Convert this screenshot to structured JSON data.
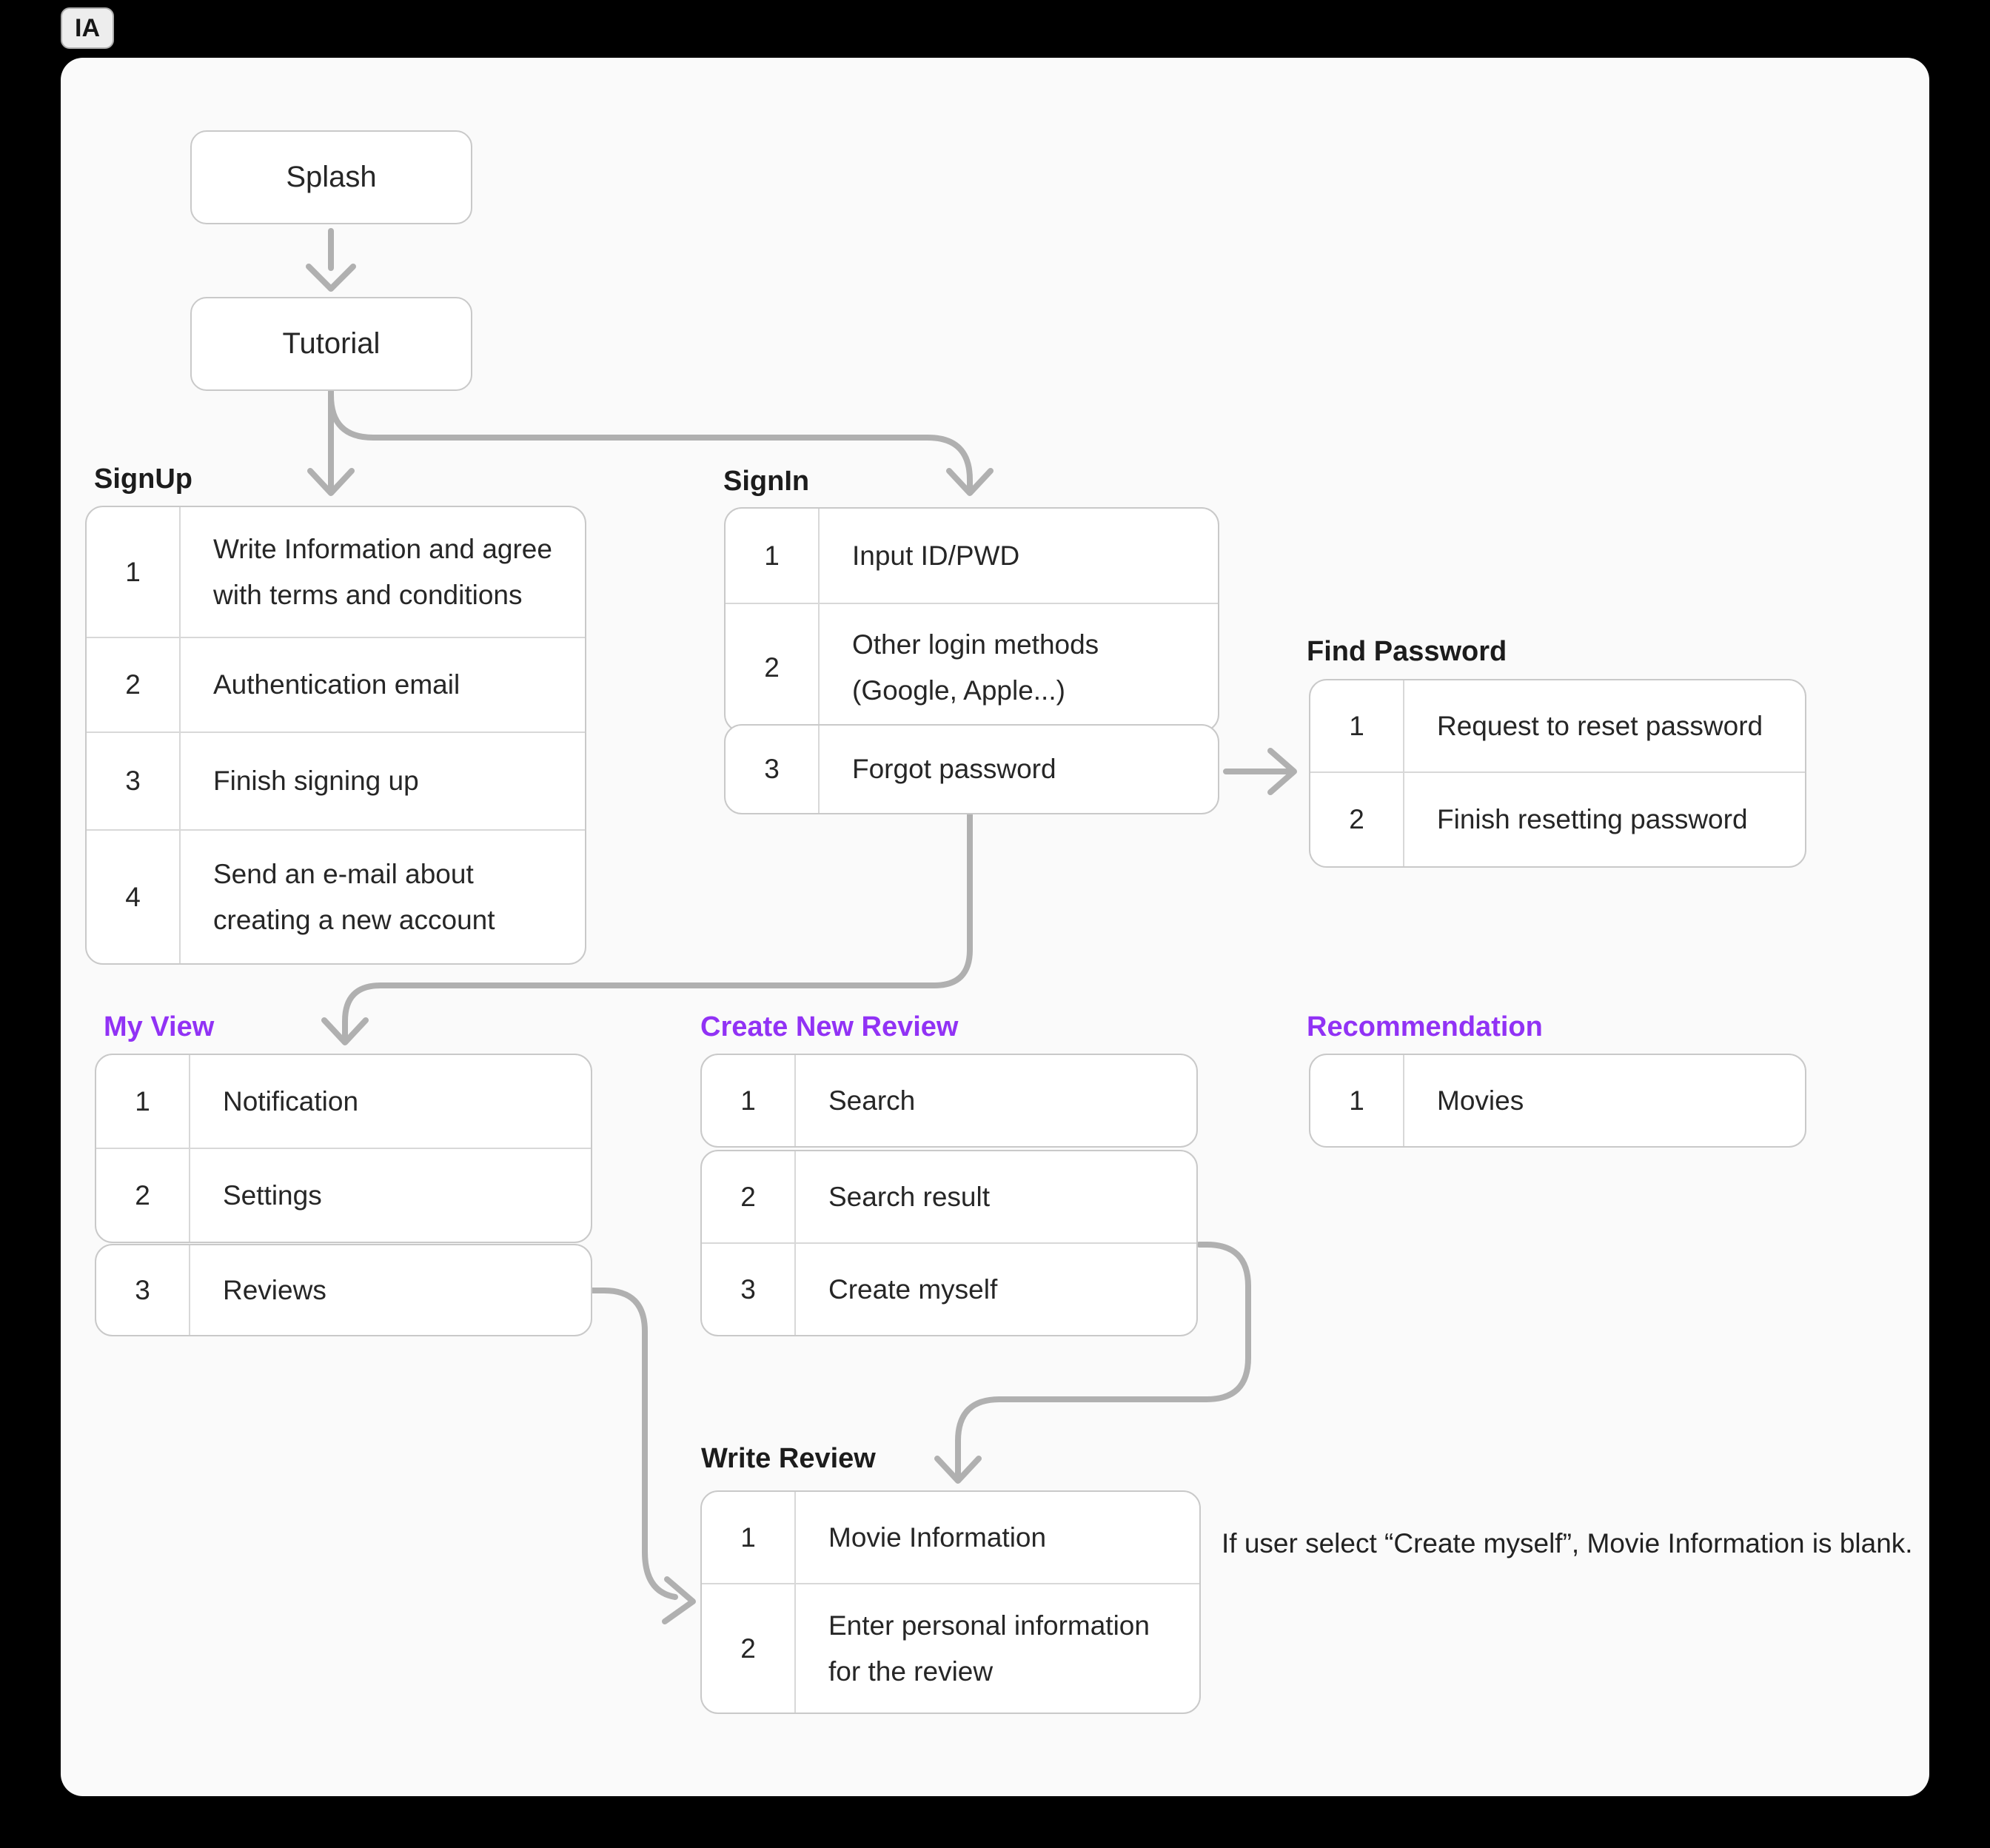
{
  "page": {
    "tab_label": "IA"
  },
  "colors": {
    "accent_purple": "#9132F5",
    "arrow_gray": "#B0B0B0",
    "box_border": "#C9C9C9"
  },
  "nodes": {
    "splash": "Splash",
    "tutorial": "Tutorial"
  },
  "sections": {
    "signup": {
      "title": "SignUp",
      "rows": [
        {
          "num": "1",
          "text": "Write Information and agree with terms and conditions"
        },
        {
          "num": "2",
          "text": "Authentication email"
        },
        {
          "num": "3",
          "text": "Finish signing up"
        },
        {
          "num": "4",
          "text": "Send an e-mail about creating a new account"
        }
      ]
    },
    "signin": {
      "title": "SignIn",
      "rows": [
        {
          "num": "1",
          "text": "Input ID/PWD"
        },
        {
          "num": "2",
          "text": "Other login methods (Google, Apple...)"
        },
        {
          "num": "3",
          "text": "Forgot password"
        }
      ]
    },
    "find_password": {
      "title": "Find Password",
      "rows": [
        {
          "num": "1",
          "text": "Request to reset password"
        },
        {
          "num": "2",
          "text": "Finish resetting password"
        }
      ]
    },
    "my_view": {
      "title": "My View",
      "rows": [
        {
          "num": "1",
          "text": "Notification"
        },
        {
          "num": "2",
          "text": "Settings"
        },
        {
          "num": "3",
          "text": "Reviews"
        }
      ]
    },
    "create_new_review": {
      "title": "Create New Review",
      "rows": [
        {
          "num": "1",
          "text": "Search"
        },
        {
          "num": "2",
          "text": "Search result"
        },
        {
          "num": "3",
          "text": "Create myself"
        }
      ]
    },
    "recommendation": {
      "title": "Recommendation",
      "rows": [
        {
          "num": "1",
          "text": "Movies"
        }
      ]
    },
    "write_review": {
      "title": "Write Review",
      "rows": [
        {
          "num": "1",
          "text": "Movie Information"
        },
        {
          "num": "2",
          "text": "Enter personal information for the review"
        }
      ]
    }
  },
  "note": "If user select “Create myself”, Movie Information is blank."
}
